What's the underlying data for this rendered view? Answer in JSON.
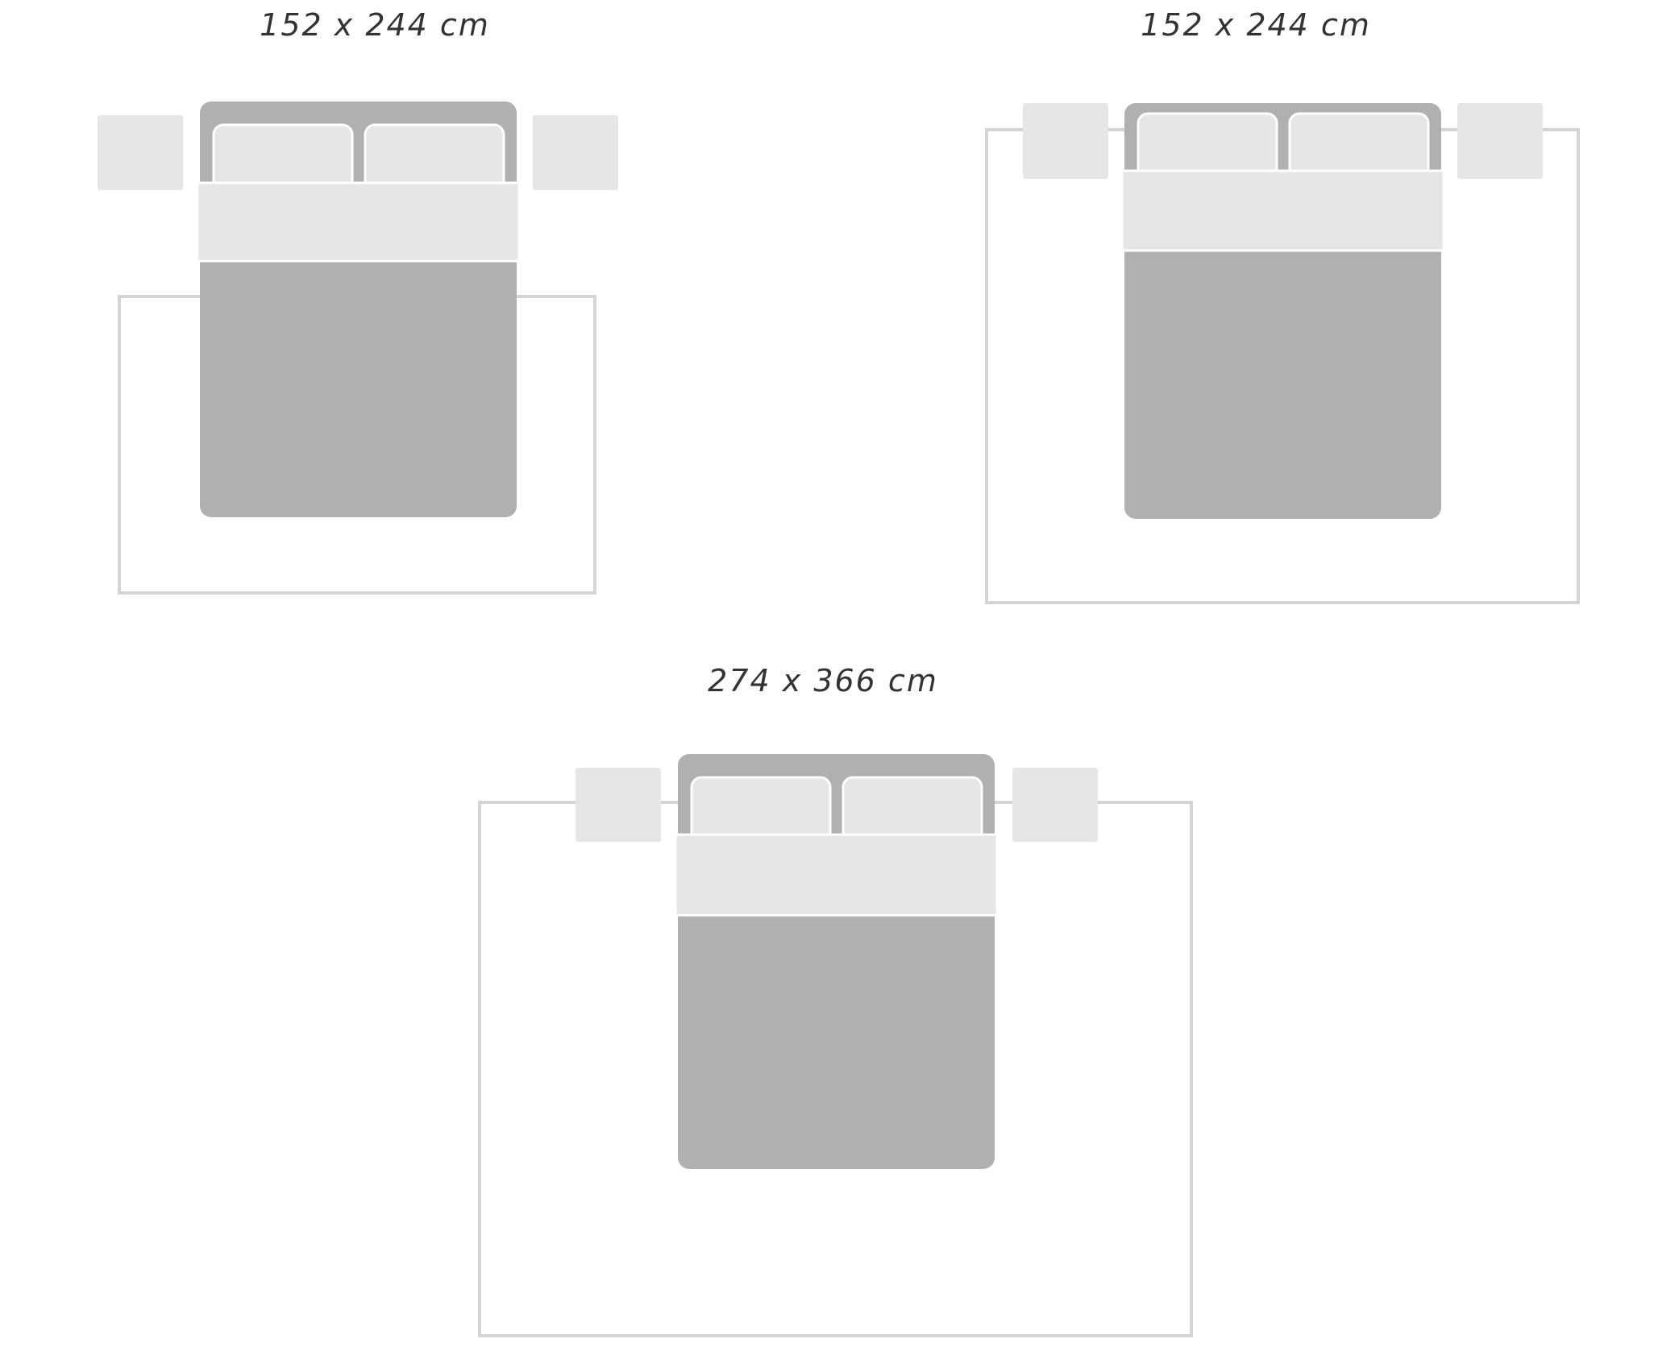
{
  "labels": {
    "option_1": "152 x 244 cm",
    "option_2": "152 x 244 cm",
    "option_3": "274 x 366 cm"
  },
  "colors": {
    "bed": "#b0b0b0",
    "bedding": "#e6e6e6",
    "rug_outline": "#d4d4d4",
    "label_text": "#333333"
  }
}
